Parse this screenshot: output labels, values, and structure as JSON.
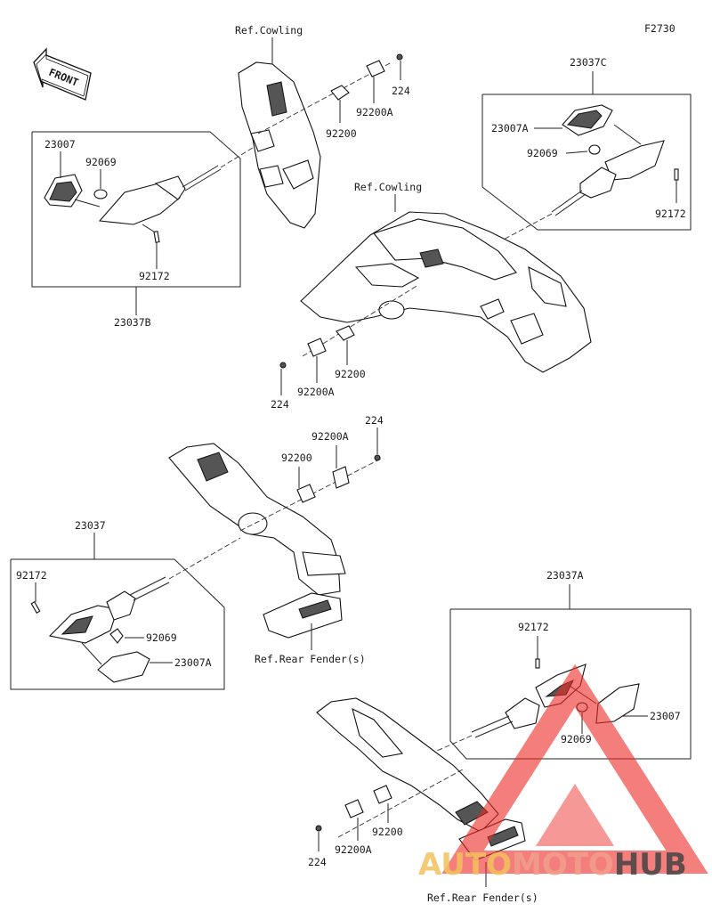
{
  "figure_code": "F2730",
  "front_label": "FRONT",
  "labels": {
    "ref_cowling_top": "Ref.Cowling",
    "ref_cowling_mid": "Ref.Cowling",
    "ref_rear_fender_1": "Ref.Rear Fender(s)",
    "ref_rear_fender_2": "Ref.Rear Fender(s)",
    "p_23037C": "23037C",
    "p_23037B": "23037B",
    "p_23037": "23037",
    "p_23037A": "23037A",
    "p_23007_tl": "23007",
    "p_92069_tl": "92069",
    "p_92172_tl": "92172",
    "p_23007A_tr": "23007A",
    "p_92069_tr": "92069",
    "p_92172_tr": "92172",
    "p_224_t": "224",
    "p_92200A_t": "92200A",
    "p_92200_t": "92200",
    "p_92200_m": "92200",
    "p_92200A_m": "92200A",
    "p_224_m": "224",
    "p_224_c": "224",
    "p_92200A_c": "92200A",
    "p_92200_c": "92200",
    "p_92172_bl": "92172",
    "p_92069_bl": "92069",
    "p_23007A_bl": "23007A",
    "p_92172_br": "92172",
    "p_23007_br": "23007",
    "p_92069_br": "92069",
    "p_92200_b": "92200",
    "p_92200A_b": "92200A",
    "p_224_b": "224"
  },
  "watermark": {
    "part1": "AUTO",
    "part2": "MOTO",
    "part3": "HUB",
    "color_auto": "#f3c25e",
    "color_moto": "#f2a08c",
    "color_hub": "#444444",
    "triangle_color": "#ee2a24"
  }
}
